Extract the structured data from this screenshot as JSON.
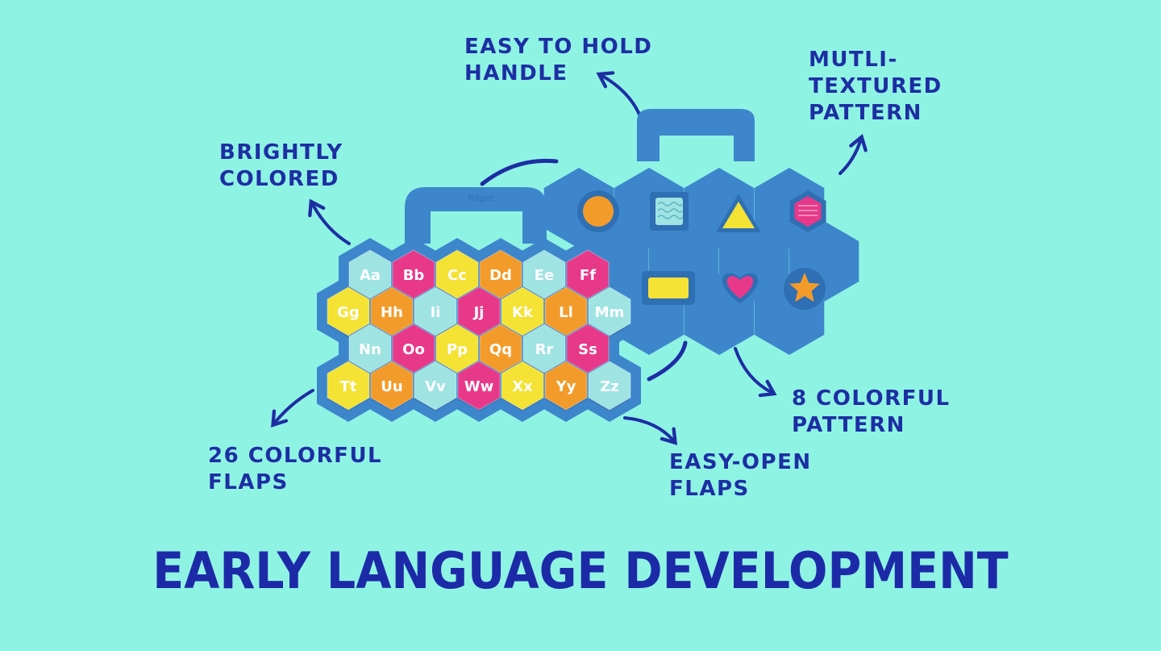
{
  "callouts": {
    "handle": [
      "EASY TO HOLD",
      "HANDLE"
    ],
    "textured": [
      "MUTLI-",
      "TEXTURED",
      "PATTERN"
    ],
    "bright": [
      "BRIGHTLY",
      "COLORED"
    ],
    "patterns": [
      "8 COLORFUL",
      "PATTERN"
    ],
    "flaps": [
      "26 COLORFUL",
      "FLAPS"
    ],
    "easy_open": [
      "EASY-OPEN",
      "FLAPS"
    ]
  },
  "title": "EARLY LANGUAGE DEVELOPMENT",
  "toy": {
    "brand": "fidget",
    "letters": [
      [
        "Aa",
        "Bb",
        "Cc",
        "Dd",
        "Ee",
        "Ff"
      ],
      [
        "Gg",
        "Hh",
        "Ii",
        "Jj",
        "Kk",
        "Ll",
        "Mm"
      ],
      [
        "Nn",
        "Oo",
        "Pp",
        "Qq",
        "Rr",
        "Ss"
      ],
      [
        "Tt",
        "Uu",
        "Vv",
        "Ww",
        "Xx",
        "Yy",
        "Zz"
      ]
    ],
    "tile_colors": [
      [
        "#9fe3e3",
        "#e8388a",
        "#f4e234",
        "#f39b2a",
        "#9fe3e3",
        "#e8388a"
      ],
      [
        "#f4e234",
        "#f39b2a",
        "#9fe3e3",
        "#e8388a",
        "#f4e234",
        "#f39b2a",
        "#9fe3e3"
      ],
      [
        "#9fe3e3",
        "#e8388a",
        "#f4e234",
        "#f39b2a",
        "#9fe3e3",
        "#e8388a"
      ],
      [
        "#f4e234",
        "#f39b2a",
        "#9fe3e3",
        "#e8388a",
        "#f4e234",
        "#f39b2a",
        "#9fe3e3"
      ]
    ],
    "patterns": [
      "sun-icon",
      "waves-square-icon",
      "triangle-icon",
      "hexagon-icon",
      "rectangle-icon",
      "heart-icon",
      "star-icon"
    ]
  },
  "colors": {
    "background": "#8ff3e3",
    "text": "#1d2ea3",
    "board": "#3d86cc",
    "board_dark": "#2f6fb3"
  }
}
